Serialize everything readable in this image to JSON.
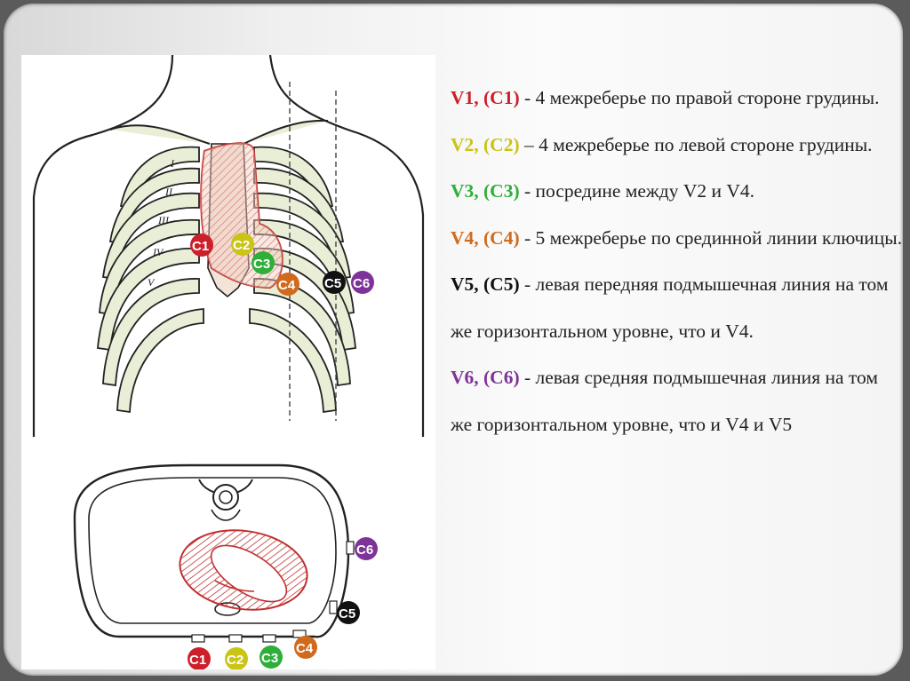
{
  "colors": {
    "c1": "#cc1f2a",
    "c2": "#c9c416",
    "c3": "#2fae3a",
    "c4": "#d06a1c",
    "c5": "#111111",
    "c6": "#7e3398",
    "text": "#222222"
  },
  "figure": {
    "rib_numerals": [
      "I",
      "II",
      "III",
      "IV",
      "V"
    ],
    "electrodes_chest": [
      "C1",
      "C2",
      "C3",
      "C4",
      "C5",
      "C6"
    ],
    "electrodes_cross_section": [
      "C1",
      "C2",
      "C3",
      "C4",
      "C5",
      "C6"
    ]
  },
  "leads": [
    {
      "label": "V1, (C1)",
      "text": " - 4 межреберье по правой стороне грудины.",
      "color": "#cc1f2a"
    },
    {
      "label": "V2, (C2)",
      "text": " – 4 межреберье по левой стороне грудины.",
      "color": "#c9c416"
    },
    {
      "label": "V3, (C3)",
      "text": " - посредине между V2 и V4.",
      "color": "#2fae3a"
    },
    {
      "label": "V4, (C4)",
      "text": " - 5 межреберье по срединной линии ключицы.",
      "color": "#d06a1c"
    },
    {
      "label": "V5, (C5)",
      "text": " - левая передняя подмышечная линия на том же горизонтальном уровне, что и V4.",
      "color": "#111111"
    },
    {
      "label": "V6, (C6)",
      "text": " - левая средняя подмышечная линия на том же горизонтальном уровне, что и V4 и V5",
      "color": "#7e3398"
    }
  ]
}
